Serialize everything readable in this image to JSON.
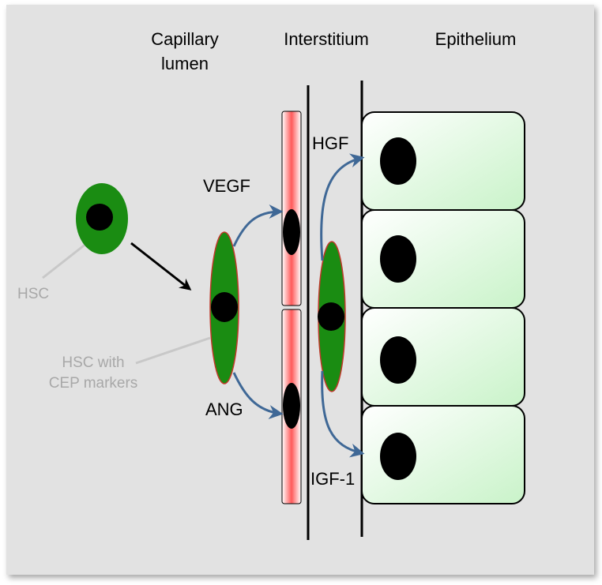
{
  "headers": {
    "capillary_line1": "Capillary",
    "capillary_line2": "lumen",
    "interstitium": "Interstitium",
    "epithelium": "Epithelium"
  },
  "labels": {
    "vegf": "VEGF",
    "ang": "ANG",
    "hgf": "HGF",
    "igf": "IGF-1",
    "hsc": "HSC",
    "hsc_cep_line1": "HSC with",
    "hsc_cep_line2": "CEP markers"
  },
  "colors": {
    "background": "#e2e2e2",
    "cell_green": "#1a8c12",
    "cell_outline": "#c0392b",
    "arrow_blue": "#3f6896",
    "endothelium_red": "#ff6060",
    "epithelial_green": "#d8f7d8",
    "callout_grey": "#c8c8c8"
  }
}
